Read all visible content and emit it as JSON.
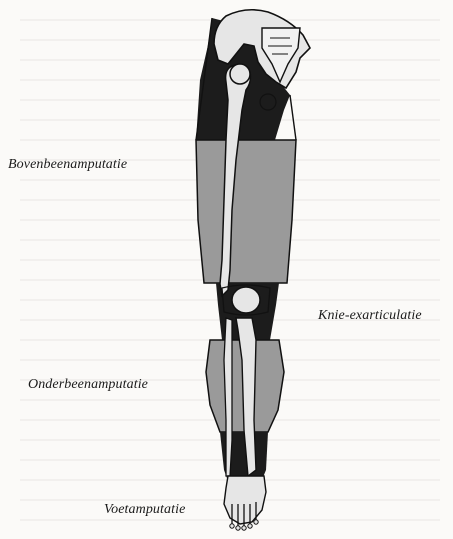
{
  "labels": {
    "above_knee": "Bovenbeenamputatie",
    "knee_disarticulation": "Knie-exarticulatie",
    "below_knee": "Onderbeenamputatie",
    "foot": "Voetamputatie"
  },
  "colors": {
    "dark_zone": "#1c1c1c",
    "grey_zone": "#9a9a9a",
    "bone_fill": "#e6e6e6",
    "outline": "#111111"
  }
}
